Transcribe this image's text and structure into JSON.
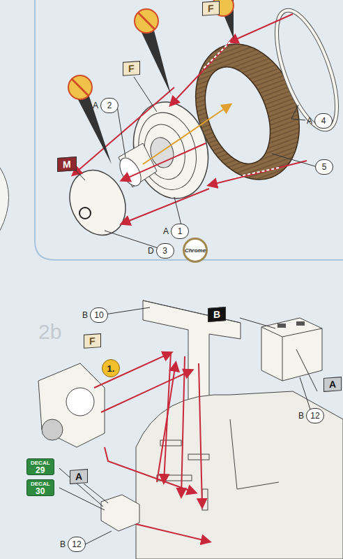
{
  "diagram": {
    "nodes": [
      {
        "text": [
          "F"
        ]
      },
      {
        "text": [
          "F"
        ]
      },
      {
        "text": [
          "A",
          "2"
        ]
      },
      {
        "text": [
          "M"
        ]
      },
      {
        "text": [
          "A",
          "4"
        ]
      },
      {
        "text": [
          "5"
        ]
      },
      {
        "text": [
          "A",
          "1"
        ]
      },
      {
        "text": [
          "D",
          "3"
        ]
      },
      {
        "text": [
          "Chrome"
        ]
      },
      {
        "text": [
          "B",
          "10"
        ]
      },
      {
        "text": [
          "F"
        ]
      },
      {
        "text": [
          "B"
        ]
      },
      {
        "text": [
          "1."
        ]
      },
      {
        "text": [
          "A"
        ]
      },
      {
        "text": [
          "B",
          "12"
        ]
      },
      {
        "text": [
          "DECAL",
          "29"
        ]
      },
      {
        "text": [
          "DECAL",
          "30"
        ]
      },
      {
        "text": [
          "A"
        ]
      },
      {
        "text": [
          "B",
          "12"
        ]
      }
    ],
    "labels": [
      "2b"
    ]
  }
}
